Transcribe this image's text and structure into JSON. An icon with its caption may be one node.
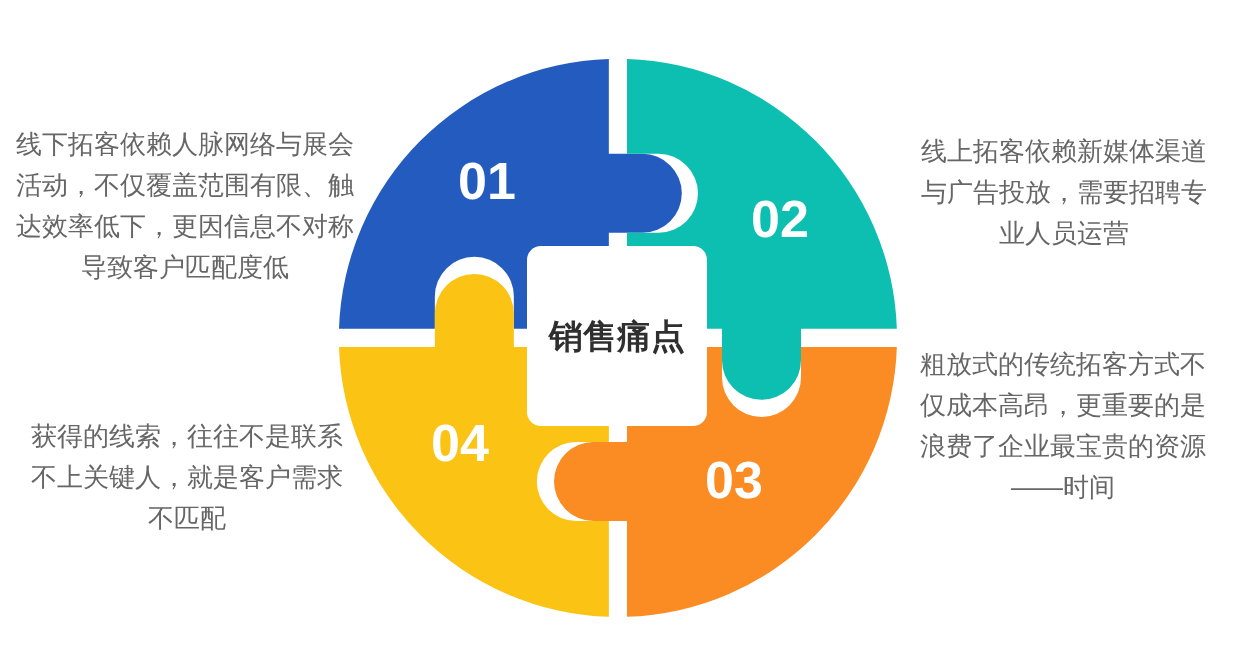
{
  "diagram": {
    "nodes": [
      {
        "text": [
          "销售痛点"
        ]
      },
      {
        "text": [
          "01"
        ],
        "beside": [
          "线下拓客依赖人脉网络与展会活动，不仅覆盖范围有限、触达效率低下，更因信息不对称导致客户匹配度低"
        ]
      },
      {
        "text": [
          "02"
        ],
        "beside": [
          "线上拓客依赖新媒体渠道与广告投放，需要招聘专业人员运营"
        ]
      },
      {
        "text": [
          "03"
        ],
        "beside": [
          "粗放式的传统拓客方式不仅成本高昂，更重要的是浪费了企业最宝贵的资源——时间"
        ]
      },
      {
        "text": [
          "04"
        ],
        "beside": [
          "获得的线索，往往不是联系不上关键人，就是客户需求不匹配"
        ]
      }
    ]
  }
}
